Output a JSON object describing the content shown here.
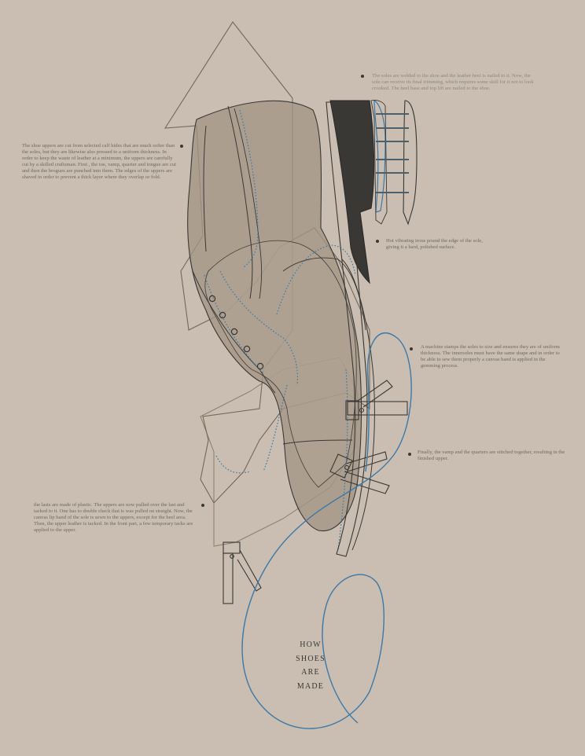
{
  "title": {
    "lines": [
      "HOW",
      "SHOES",
      "ARE",
      "MADE"
    ]
  },
  "notes": {
    "uppers": "The shoe uppers are cut from selected calf hides that are much softer than the soles, but they are likewise also pressed to a uniform thickness. In order to keep the waste of leather at a minimum, the uppers are carefully cut by a skilled craftsman. First , the toe, vamp, quarter and tongue are cut and then the brogues are punched into them. The edges of the uppers are shaved in order to prevent a thick layer where they overlap or fold.",
    "soles_nailed": "The soles are welded to the shoe and the leather heel is nailed to it. Now, the sole can receive its final trimming, which requires some skill for it not to look crooked. The heel base and top lift are nailed to the shoe.",
    "irons": "Hot vibrating irons pound the edge of the sole, giving it a hard, polished surface.",
    "machine_stamps": "A machine stamps the soles to size and ensures they are of uniform thickness. The innersoles must have the same shape and in order to be able to sew them properly a canvas band is applied in the gemming process.",
    "stitched": "Finally, the vamp and the quarters are stitched together, resulting in the finished upper.",
    "lasts": "the lasts are made of plastic. The uppers are now pulled over the last and tacked to it. One has to double check that is was pulled on straight. Now, the canvas lip band of the sole is sewn to the uppers, except for the heel area. Then, the upper leather is tacked. In the front part, a few temporary tacks are applied to the upper."
  },
  "colors": {
    "background": "#c9beb1",
    "outline": "#3a3733",
    "thread": "#3f78a6",
    "leather_fill": "#a39585",
    "heel_dark": "#3a3835"
  },
  "icons": {
    "tack": "tack-icon"
  }
}
